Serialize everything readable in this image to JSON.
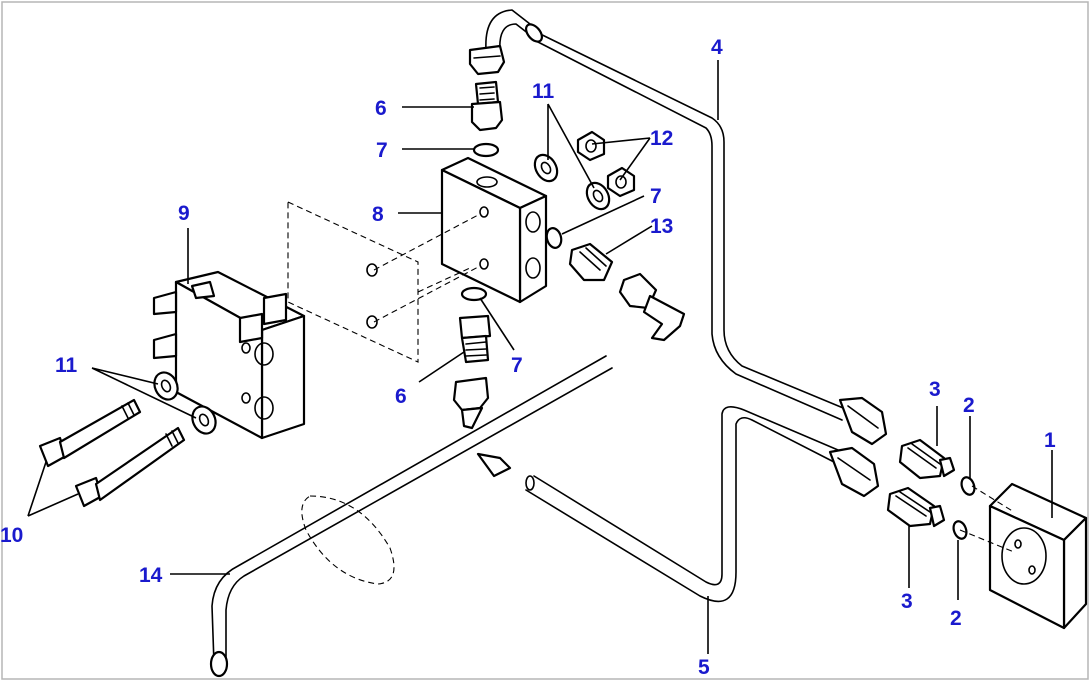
{
  "colors": {
    "callout": "#1a1acd",
    "line": "#000000",
    "frame": "#b5b5b5"
  },
  "callouts": [
    {
      "id": "1",
      "label": "1"
    },
    {
      "id": "2a",
      "label": "2"
    },
    {
      "id": "2b",
      "label": "2"
    },
    {
      "id": "3a",
      "label": "3"
    },
    {
      "id": "3b",
      "label": "3"
    },
    {
      "id": "4",
      "label": "4"
    },
    {
      "id": "5",
      "label": "5"
    },
    {
      "id": "6a",
      "label": "6"
    },
    {
      "id": "6b",
      "label": "6"
    },
    {
      "id": "7a",
      "label": "7"
    },
    {
      "id": "7b",
      "label": "7"
    },
    {
      "id": "7c",
      "label": "7"
    },
    {
      "id": "8",
      "label": "8"
    },
    {
      "id": "9",
      "label": "9"
    },
    {
      "id": "10",
      "label": "10"
    },
    {
      "id": "11a",
      "label": "11"
    },
    {
      "id": "11b",
      "label": "11"
    },
    {
      "id": "12",
      "label": "12"
    },
    {
      "id": "13",
      "label": "13"
    },
    {
      "id": "14",
      "label": "14"
    }
  ]
}
